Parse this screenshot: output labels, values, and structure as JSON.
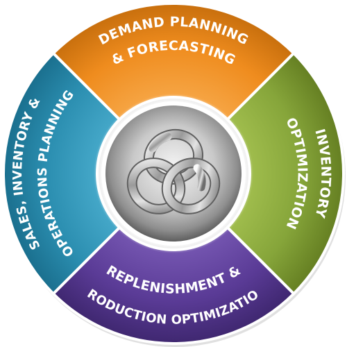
{
  "segments": [
    {
      "id": "demand",
      "lines": [
        "DEMAND PLANNING",
        "& FORECASTING"
      ],
      "color": "#ef8c1e",
      "color_light": "#f6a544",
      "color_dark": "#c86f0d"
    },
    {
      "id": "inventory",
      "lines": [
        "INVENTORY",
        "OPTIMIZATION"
      ],
      "color": "#86a53a",
      "color_light": "#a0bd4d",
      "color_dark": "#657f22"
    },
    {
      "id": "replenishment",
      "lines": [
        "REPLENISHMENT &",
        "PRODUCTION OPTIMIZATION"
      ],
      "color": "#5a3b96",
      "color_light": "#7455b0",
      "color_dark": "#3f2770"
    },
    {
      "id": "sales",
      "lines": [
        "SALES, INVENTORY &",
        "OPERATIONS PLANNING"
      ],
      "color": "#2b8eb0",
      "color_light": "#45a8c9",
      "color_dark": "#1a6f8e"
    }
  ],
  "center": {
    "icon": "interlocking-rings-icon"
  }
}
